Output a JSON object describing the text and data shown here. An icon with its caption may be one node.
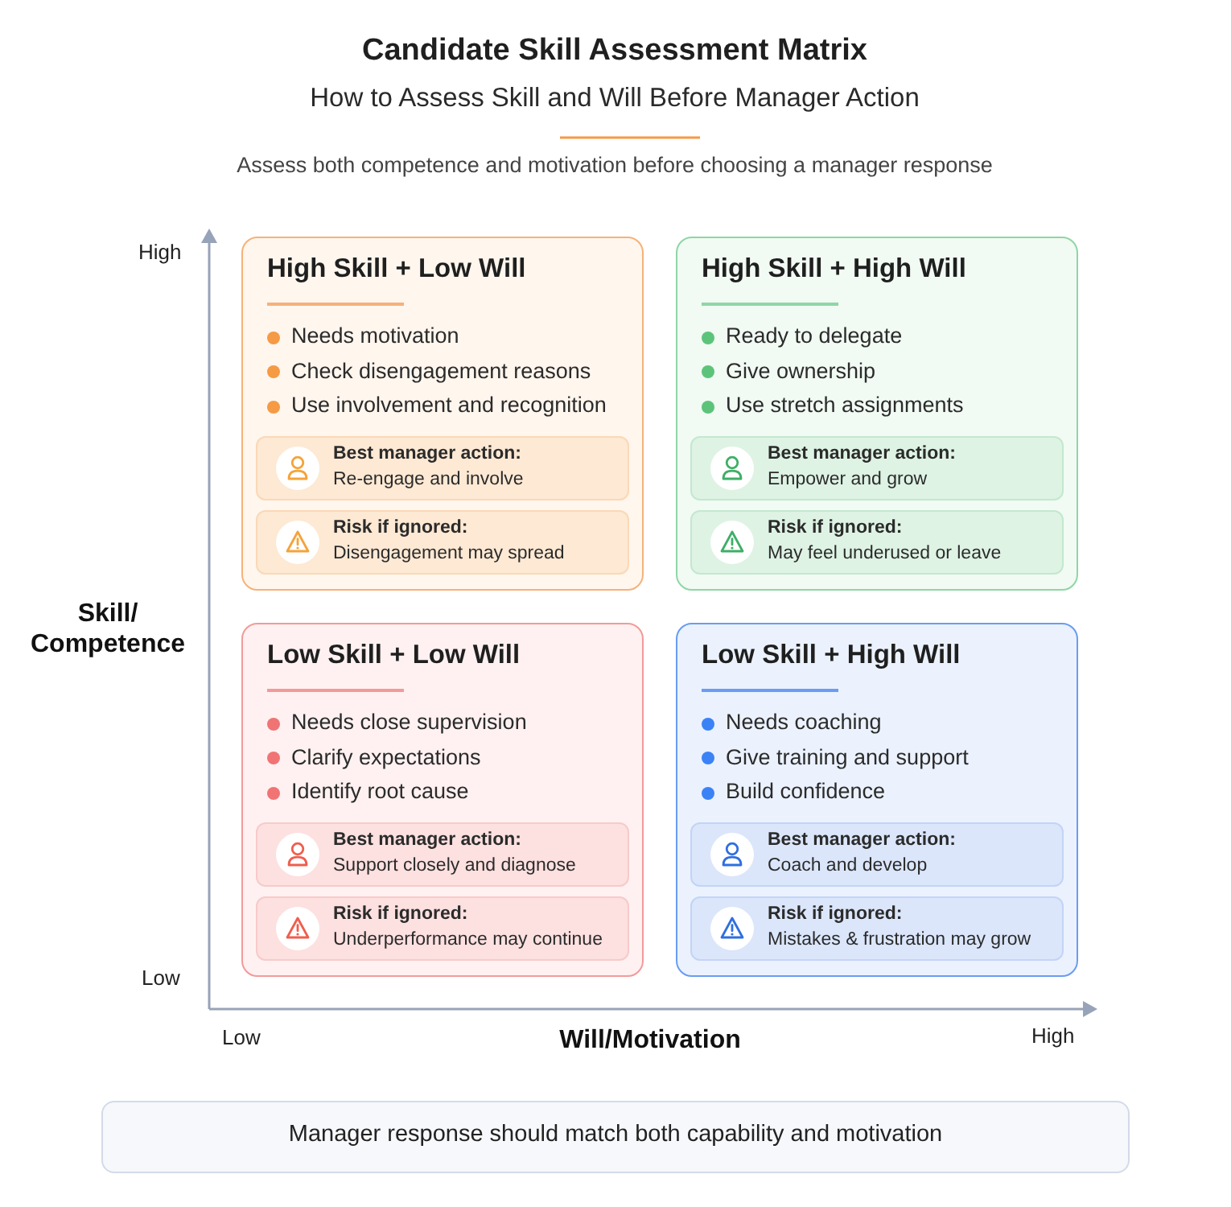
{
  "diagram": {
    "title": "Candidate Skill Assessment Matrix",
    "nodes": [
      {
        "text": [
          "High Skill + Low Will",
          "Needs motivation",
          "Check disengagement reasons",
          "Use involvement and recognition"
        ]
      },
      {
        "text": [
          "Best manager action:",
          "Re-engage and involve"
        ],
        "in": 0
      },
      {
        "text": [
          "Risk if ignored:",
          "Disengagement may spread"
        ],
        "in": 0
      },
      {
        "text": [
          "High Skill + High Will",
          "Ready to delegate",
          "Give ownership",
          "Use stretch assignments"
        ]
      },
      {
        "text": [
          "Best manager action:",
          "Empower and grow"
        ],
        "in": 3
      },
      {
        "text": [
          "Risk if ignored:",
          "May feel underused or leave"
        ],
        "in": 3
      },
      {
        "text": [
          "Low Skill + Low Will",
          "Needs close supervision",
          "Clarify expectations",
          "Identify root cause"
        ]
      },
      {
        "text": [
          "Best manager action:",
          "Support closely and diagnose"
        ],
        "in": 6
      },
      {
        "text": [
          "Risk if ignored:",
          "Underperformance may continue"
        ],
        "in": 6
      },
      {
        "text": [
          "Low Skill + High Will",
          "Needs coaching",
          "Give training and support",
          "Build confidence"
        ]
      },
      {
        "text": [
          "Best manager action:",
          "Coach and develop"
        ],
        "in": 9
      },
      {
        "text": [
          "Risk if ignored:",
          "Mistakes & frustration may grow"
        ],
        "in": 9
      },
      {
        "text": [
          "Manager response should match both capability and motivation"
        ]
      }
    ],
    "labels": [
      "How to Assess Skill and Will Before Manager Action",
      "Assess both competence and motivation before choosing a manager response",
      "High",
      "Skill/ Competence",
      "Low",
      "Low",
      "Will/Motivation",
      "High"
    ]
  }
}
